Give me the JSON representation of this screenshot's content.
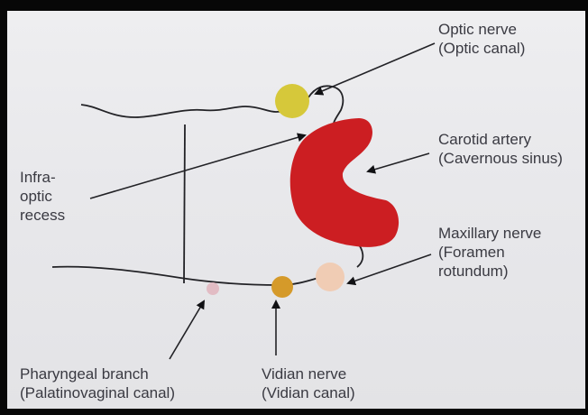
{
  "labels": {
    "optic_nerve": {
      "line1": "Optic nerve",
      "line2": "(Optic canal)"
    },
    "carotid_artery": {
      "line1": "Carotid artery",
      "line2": "(Cavernous sinus)"
    },
    "infraoptic_recess": {
      "line1": "Infra-",
      "line2": "optic",
      "line3": "recess"
    },
    "maxillary_nerve": {
      "line1": "Maxillary nerve",
      "line2": "(Foramen",
      "line3": "rotundum)"
    },
    "pharyngeal_branch": {
      "line1": "Pharyngeal branch",
      "line2": "(Palatinovaginal canal)"
    },
    "vidian_nerve": {
      "line1": "Vidian nerve",
      "line2": "(Vidian canal)"
    }
  },
  "colors": {
    "optic_nerve": "#d6c83a",
    "carotid_artery": "#cc1e22",
    "vidian_nerve": "#d59a2a",
    "maxillary_nerve": "#f0ccb4",
    "pharyngeal_branch": "#e2bcc4",
    "line": "#222226",
    "text": "#3a3a42"
  }
}
